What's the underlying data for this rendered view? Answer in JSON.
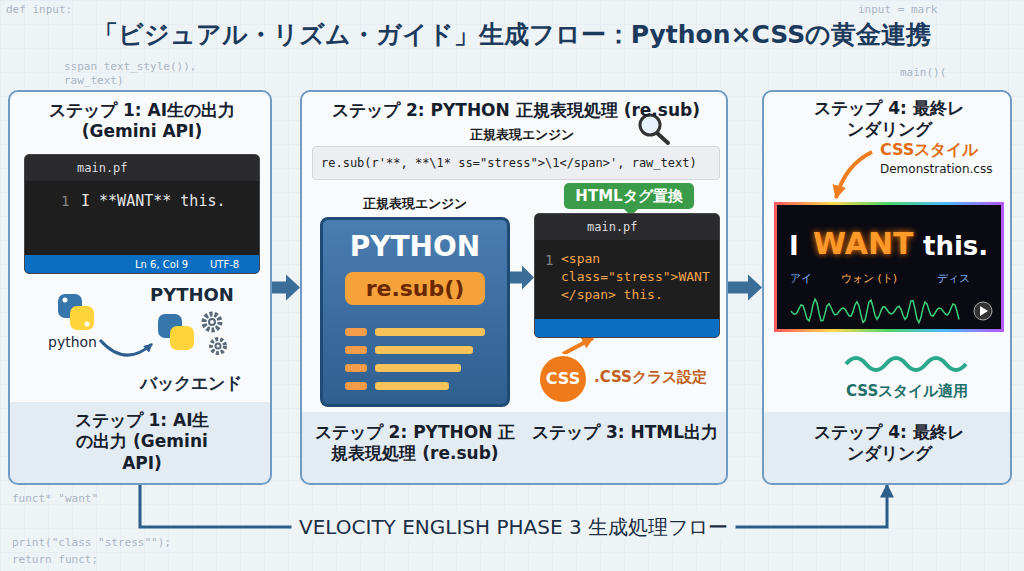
{
  "diagram": {
    "title": "「ビジュアル・リズム・ガイド」生成フロー：Python×CSSの黄金連携",
    "nodes": [
      {
        "text": [
          "ステップ 1: AI生の出力 (Gemini API)",
          "ステップ 1: AI生の出力 (Gemini API)"
        ]
      },
      {
        "text": [
          "main.pf",
          "1",
          "I **WANT** this.",
          "Ln 6, Col 9",
          "UTF-8"
        ],
        "in": 0
      },
      {
        "text": [
          "ステップ 2: PYTHON 正規表現処理 (re.sub)",
          "ステップ 2: PYTHON 正規表現処理 (re.sub)",
          "ステップ 3: HTML出力"
        ]
      },
      {
        "text": [
          "re.sub(r'**, **\\1* ss=\"stress\">\\1</span>', raw_text)"
        ],
        "in": 2
      },
      {
        "text": [
          "正規表現エンジン",
          "PYTHON",
          "re.sub()"
        ],
        "in": 2
      },
      {
        "text": [
          "HTMLタグ置換"
        ],
        "in": 2
      },
      {
        "text": [
          "main.pf",
          "1",
          "<span class=\"stress\">WANT </span> this."
        ],
        "in": 2
      },
      {
        "text": [
          "CSS"
        ],
        "in": 2
      },
      {
        "text": [
          "ステップ 4: 最終レンダリング",
          "ステップ 4: 最終レンダリング"
        ]
      },
      {
        "text": [
          "I",
          "WANT",
          "this.",
          "アイ",
          "ウォン (ト)",
          "ディス"
        ],
        "in": 8
      }
    ],
    "edges": [
      {
        "from": 0,
        "to": 2,
        "arrow": "to"
      },
      {
        "from": 2,
        "to": 8,
        "arrow": "to"
      },
      {
        "from": 4,
        "to": 6,
        "arrow": "to"
      },
      {
        "from": 7,
        "to": 6,
        "arrow": "to"
      },
      {
        "from": 0,
        "to": 8,
        "label": "VELOCITY ENGLISH PHASE 3 生成処理フロー",
        "arrow": "to"
      }
    ],
    "labels": [
      "def input:",
      "sspan text_style()),",
      "raw_text)",
      "input = mark",
      "main()(",
      "python",
      "PYTHON",
      "バックエンド",
      "正規表現エンジン",
      ".CSSクラス設定",
      "CSSスタイル",
      "Demonstration.css",
      "CSSスタイル適用",
      "funct* \"want\"",
      "print(\"class \"stress\"\");",
      "return funct;"
    ]
  }
}
